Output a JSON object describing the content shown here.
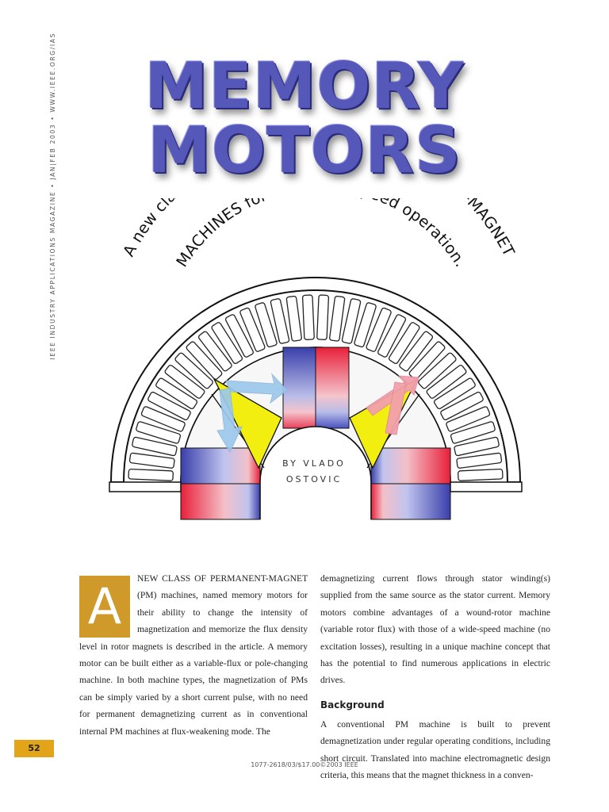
{
  "title": {
    "line1": "MEMORY",
    "line2": "MOTORS"
  },
  "subtitle": {
    "line1": "A new class of CONTROLLABLE-FLUX PERMANENT-MAGNET",
    "line2": "MACHINES for true wide-speed operation."
  },
  "byline": {
    "line1": "BY VLADO",
    "line2": "OSTOVIC"
  },
  "sidebar_text": "IEEE INDUSTRY APPLICATIONS MAGAZINE • JAN|FEB 2003 • WWW.IEEE.ORG/IAS",
  "page_number": "52",
  "article": {
    "dropcap": "A",
    "lead": "new class of permanent-magnet",
    "para1": " (PM) machines, named memory motors for their ability to change the intensity of magnetization and memorize the flux density level in rotor magnets is described in the article. A memory motor can be built either as a variable-flux or pole-changing machine. In both machine types, the magnetization of PMs can be simply varied by a short current pulse, with no need for permanent demagnetizing current as in conventional internal PM machines at flux-weakening mode. The demagnetizing current flows through stator winding(s) supplied from the same source as the stator current. Memory motors combine advantages of a wound-rotor machine (variable rotor flux) with those of a wide-speed machine (no excitation losses), resulting in a unique machine concept that has the potential to find numerous applications in electric drives.",
    "heading": "Background",
    "para2": "A conventional PM machine is built to prevent demagnetization under regular operating conditions, including short circuit. Translated into machine electromagnetic design criteria, this means that the magnet thickness in a conven-"
  },
  "footer": "1077-2618/03/$17.00©2003 IEEE",
  "colors": {
    "title": "#5558b8",
    "accent_gold": "#cf9a2a",
    "page_tab": "#e2a51a",
    "magnet_red": "#e8203a",
    "magnet_blue": "#3a3faa",
    "pole_yellow": "#f2ef10",
    "arrow_blue": "#9cc8ec",
    "arrow_pink": "#f2a0ac"
  }
}
